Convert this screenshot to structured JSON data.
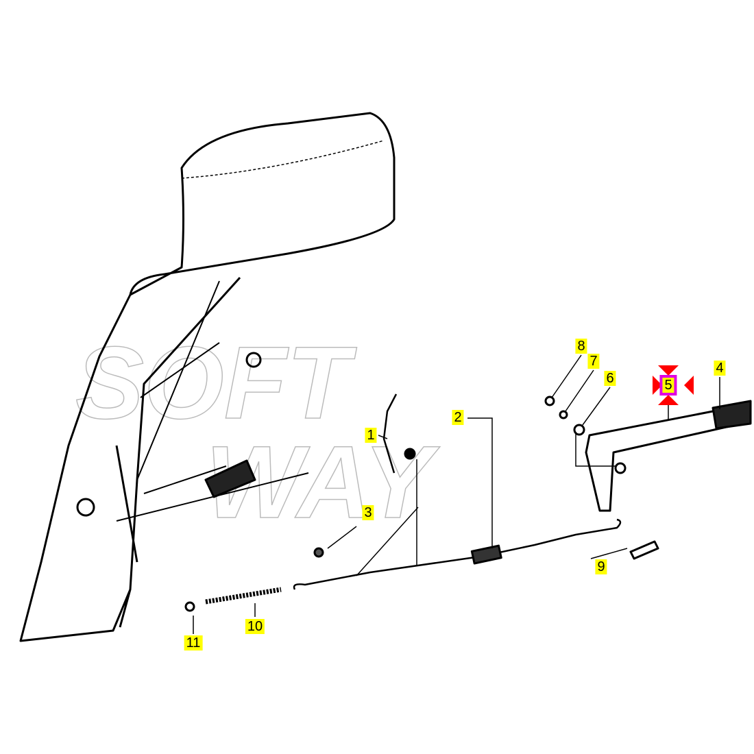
{
  "watermark": {
    "line1": "SOFT",
    "line2": "WAY"
  },
  "callouts": [
    {
      "id": "1",
      "label": "1"
    },
    {
      "id": "2",
      "label": "2"
    },
    {
      "id": "3",
      "label": "3"
    },
    {
      "id": "4",
      "label": "4"
    },
    {
      "id": "5",
      "label": "5",
      "selected": true
    },
    {
      "id": "6",
      "label": "6"
    },
    {
      "id": "7",
      "label": "7"
    },
    {
      "id": "8",
      "label": "8"
    },
    {
      "id": "9",
      "label": "9"
    },
    {
      "id": "10",
      "label": "10"
    },
    {
      "id": "11",
      "label": "11"
    }
  ],
  "colors": {
    "highlight": "#ffff00",
    "selection": "#e000e0",
    "marker": "#ff0000"
  }
}
